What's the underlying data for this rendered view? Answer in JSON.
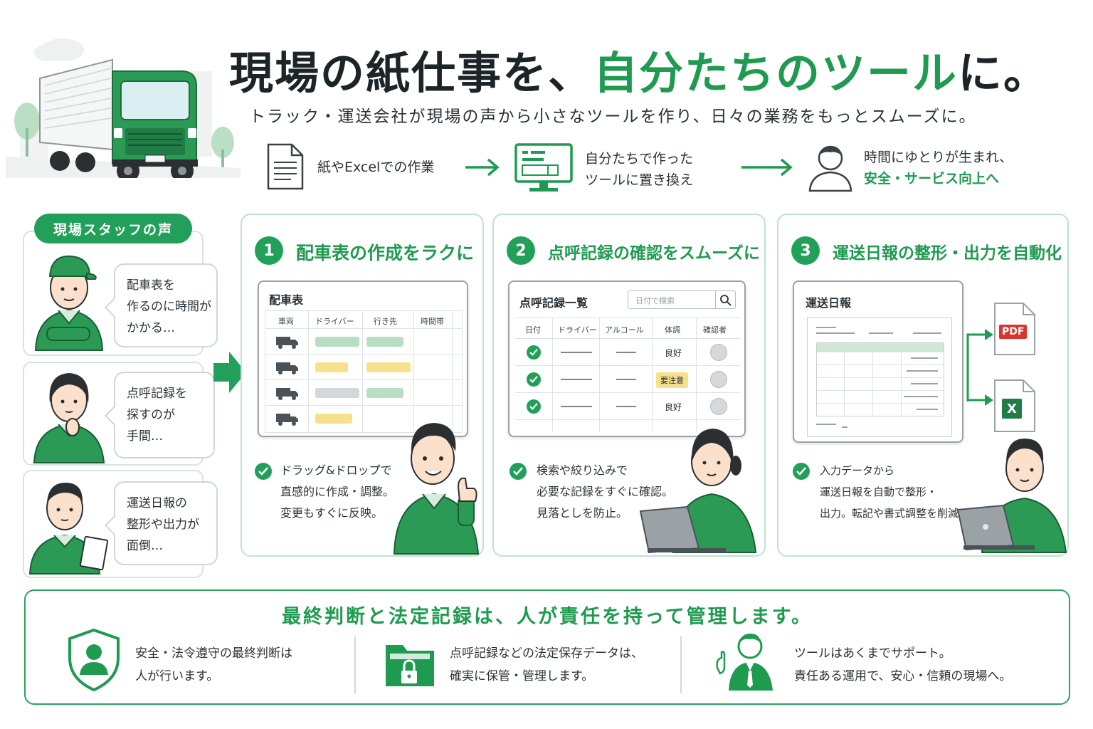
{
  "header": {
    "title_part1": "現場の紙仕事を、",
    "title_accent": "自分たちのツール",
    "title_part2": "に。",
    "subtitle": "トラック・運送会社が現場の声から小さなツールを作り、日々の業務をもっとスムーズに。"
  },
  "flow": {
    "step1": "紙やExcelでの作業",
    "step2_line1": "自分たちで作った",
    "step2_line2": "ツールに置き換え",
    "step3_line1": "時間にゆとりが生まれ、",
    "step3_line2": "安全・サービス向上へ"
  },
  "voices": {
    "tag": "現場スタッフの声",
    "items": [
      {
        "line1": "配車表を",
        "line2": "作るのに時間が",
        "line3": "かかる…"
      },
      {
        "line1": "点呼記録を",
        "line2": "探すのが",
        "line3": "手間…"
      },
      {
        "line1": "運送日報の",
        "line2": "整形や出力が",
        "line3": "面倒…"
      }
    ]
  },
  "cards": [
    {
      "num": "1",
      "title": "配車表の作成をラクに",
      "panel_title": "配車表",
      "headers": [
        "車両",
        "ドライバー",
        "行き先",
        "時間帯"
      ],
      "desc1": "ドラッグ&ドロップで",
      "desc2": "直感的に作成・調整。",
      "desc3": "変更もすぐに反映。"
    },
    {
      "num": "2",
      "title": "点呼記録の確認をスムーズに",
      "panel_title": "点呼記録一覧",
      "search_placeholder": "日付で検索",
      "headers": [
        "日付",
        "ドライバー",
        "アルコール",
        "体調",
        "確認者"
      ],
      "rows": [
        {
          "status": "良好"
        },
        {
          "status": "要注意"
        },
        {
          "status": "良好"
        }
      ],
      "desc1": "検索や絞り込みで",
      "desc2": "必要な記録をすぐに確認。",
      "desc3": "見落としを防止。"
    },
    {
      "num": "3",
      "title": "運送日報の整形・出力を自動化",
      "panel_title": "運送日報",
      "pdf_label": "PDF",
      "excel_label": "X",
      "desc1": "入力データから",
      "desc2": "運送日報を自動で整形・",
      "desc3": "出力。転記や書式調整を削減。"
    }
  ],
  "bottom": {
    "title": "最終判断と法定記録は、人が責任を持って管理します。",
    "items": [
      {
        "line1": "安全・法令遵守の最終判断は",
        "line2": "人が行います。"
      },
      {
        "line1": "点呼記録などの法定保存データは、",
        "line2": "確実に保管・管理します。"
      },
      {
        "line1": "ツールはあくまでサポート。",
        "line2": "責任ある運用で、安心・信頼の現場へ。"
      }
    ]
  },
  "colors": {
    "accent": "#1f9b50",
    "accent_light": "#bfe3cd",
    "truck_green": "#2a9a55"
  }
}
